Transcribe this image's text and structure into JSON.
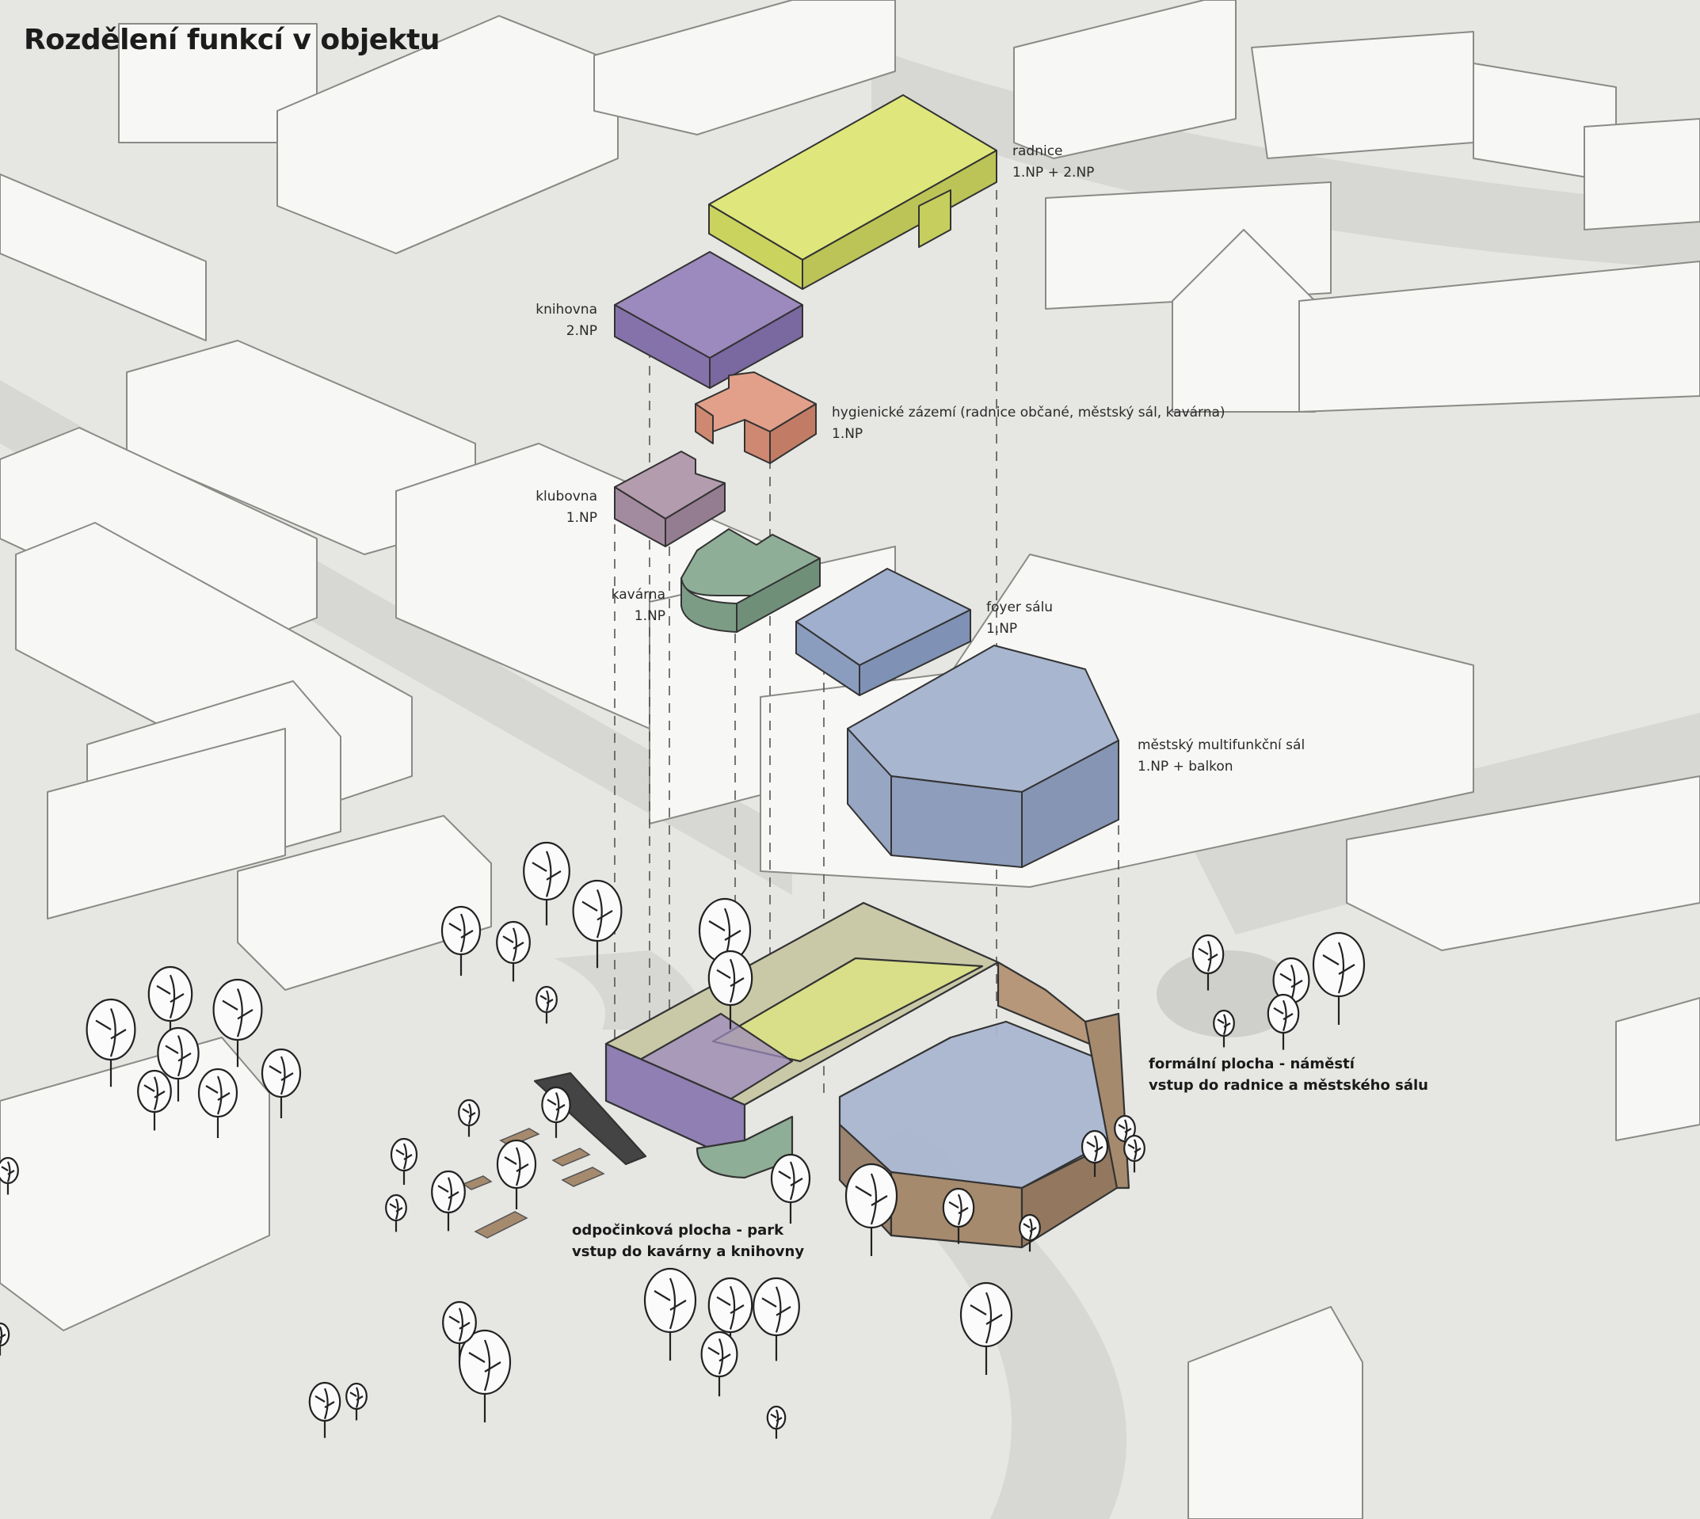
{
  "title": "Rozdělení funkcí v objektu",
  "functions": [
    {
      "id": "radnice",
      "name": "radnice",
      "floor": "1.NP + 2.NP",
      "color": "#dfe77c"
    },
    {
      "id": "knihovna",
      "name": "knihovna",
      "floor": "2.NP",
      "color": "#9c89bd"
    },
    {
      "id": "hygienicke",
      "name": "hygienické zázemí (radnice občané, městský sál, kavárna)",
      "floor": "1.NP",
      "color": "#e2a08a"
    },
    {
      "id": "klubovna",
      "name": "klubovna",
      "floor": "1.NP",
      "color": "#b39cae"
    },
    {
      "id": "kavarna",
      "name": "kavárna",
      "floor": "1.NP",
      "color": "#8fae97"
    },
    {
      "id": "foyer",
      "name": "foyer sálu",
      "floor": "1.NP",
      "color": "#9fafcd"
    },
    {
      "id": "sal",
      "name": "městský multifunkční sál",
      "floor": "1.NP + balkon",
      "color": "#a9b6d0"
    }
  ],
  "site_labels": {
    "formal_1": "formální plocha - náměstí",
    "formal_2": "vstup do radnice a městského sálu",
    "rest_1": "odpočinková plocha - park",
    "rest_2": "vstup do kavárny a knihovny"
  },
  "colors": {
    "background": "#e6e6e3",
    "road": "#d6d6d2",
    "building_fill": "#f7f7f5",
    "building_stroke": "#8a8a86",
    "wood": "#a68a6e"
  }
}
